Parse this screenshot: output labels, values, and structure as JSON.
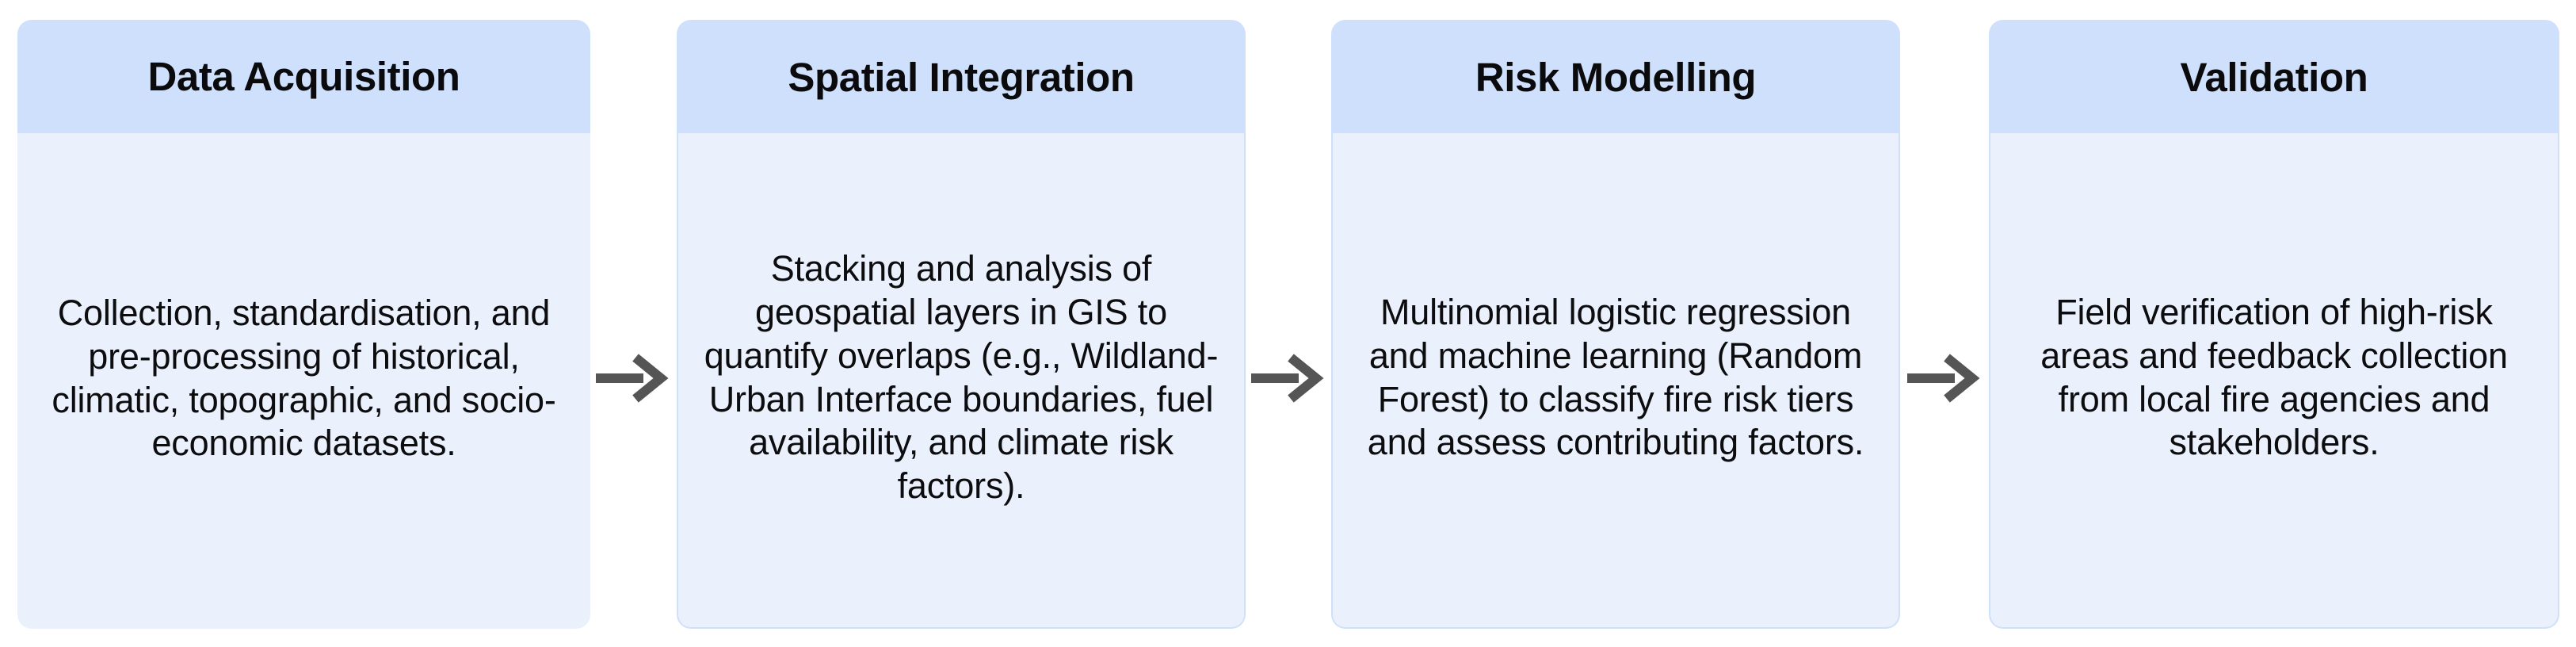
{
  "diagram": {
    "type": "horizontal-process-flow",
    "background_color": "#ffffff",
    "header_color": "#cfe0fc",
    "body_color": "#eaf1fd",
    "border_color": "#cfe1f9",
    "arrow_color": "#555555",
    "text_color": "#0d0d0f",
    "stages": [
      {
        "title": "Data Acquisition",
        "description": "Collection, standardisation, and pre-processing of historical, climatic, topographic, and socio-economic datasets."
      },
      {
        "title": "Spatial Integration",
        "description": "Stacking and analysis of geospatial layers in GIS to quantify overlaps (e.g., Wildland-Urban Interface boundaries, fuel availability, and climate risk factors)."
      },
      {
        "title": "Risk Modelling",
        "description": "Multinomial logistic regression and machine learning (Random Forest) to classify fire risk tiers and assess contributing factors."
      },
      {
        "title": "Validation",
        "description": "Field verification of high-risk areas and feedback collection from local fire agencies and stakeholders."
      }
    ],
    "connectors": [
      {
        "icon": "arrow-right-icon",
        "from": "Data Acquisition",
        "to": "Spatial Integration"
      },
      {
        "icon": "arrow-right-icon",
        "from": "Spatial Integration",
        "to": "Risk Modelling"
      },
      {
        "icon": "arrow-right-icon",
        "from": "Risk Modelling",
        "to": "Validation"
      }
    ]
  }
}
